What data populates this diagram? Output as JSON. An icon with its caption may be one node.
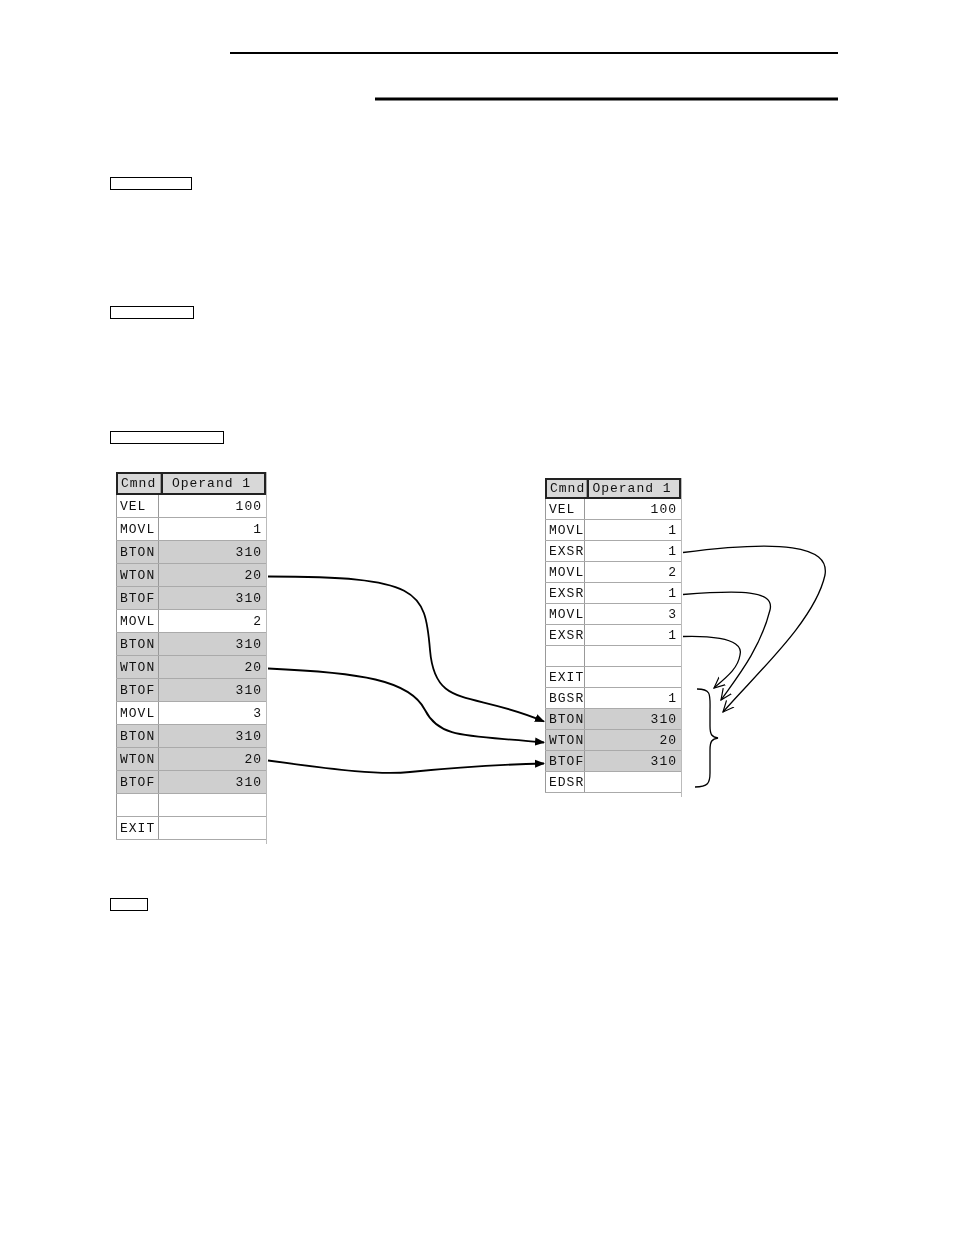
{
  "diagram": {
    "nodes": [
      {
        "text": [
          "Cmnd",
          "Operand 1"
        ]
      },
      {
        "text": [
          "VEL",
          "100"
        ],
        "in": 0
      },
      {
        "text": [
          "MOVL",
          "1"
        ],
        "in": 0
      },
      {
        "text": [
          "BTON",
          "310"
        ],
        "in": 0
      },
      {
        "text": [
          "WTON",
          "20"
        ],
        "in": 0
      },
      {
        "text": [
          "BTOF",
          "310"
        ],
        "in": 0
      },
      {
        "text": [
          "MOVL",
          "2"
        ],
        "in": 0
      },
      {
        "text": [
          "BTON",
          "310"
        ],
        "in": 0
      },
      {
        "text": [
          "WTON",
          "20"
        ],
        "in": 0
      },
      {
        "text": [
          "BTOF",
          "310"
        ],
        "in": 0
      },
      {
        "text": [
          "MOVL",
          "3"
        ],
        "in": 0
      },
      {
        "text": [
          "BTON",
          "310"
        ],
        "in": 0
      },
      {
        "text": [
          "WTON",
          "20"
        ],
        "in": 0
      },
      {
        "text": [
          "BTOF",
          "310"
        ],
        "in": 0
      },
      {
        "text": [],
        "shape": "box",
        "in": 0
      },
      {
        "text": [
          "EXIT"
        ],
        "in": 0
      },
      {
        "text": [
          "Cmnd",
          "Operand 1"
        ]
      },
      {
        "text": [
          "VEL",
          "100"
        ],
        "in": 16
      },
      {
        "text": [
          "MOVL",
          "1"
        ],
        "in": 16
      },
      {
        "text": [
          "EXSR",
          "1"
        ],
        "in": 16
      },
      {
        "text": [
          "MOVL",
          "2"
        ],
        "in": 16
      },
      {
        "text": [
          "EXSR",
          "1"
        ],
        "in": 16
      },
      {
        "text": [
          "MOVL",
          "3"
        ],
        "in": 16
      },
      {
        "text": [
          "EXSR",
          "1"
        ],
        "in": 16
      },
      {
        "text": [],
        "shape": "box",
        "in": 16
      },
      {
        "text": [
          "EXIT"
        ],
        "in": 16
      },
      {
        "text": [
          "BGSR",
          "1"
        ],
        "in": 16
      },
      {
        "text": [
          "BTON",
          "310"
        ],
        "in": 16
      },
      {
        "text": [
          "WTON",
          "20"
        ],
        "in": 16
      },
      {
        "text": [
          "BTOF",
          "310"
        ],
        "in": 16
      },
      {
        "text": [
          "EDSR"
        ],
        "in": 16
      },
      {
        "text": [],
        "shape": "bracket"
      }
    ],
    "edges": [
      {
        "from": 4,
        "to": 27,
        "arrow": "to"
      },
      {
        "from": 8,
        "to": 28,
        "arrow": "to"
      },
      {
        "from": 12,
        "to": 29,
        "arrow": "to"
      },
      {
        "from": 19,
        "to": 31,
        "arrow": "to"
      },
      {
        "from": 21,
        "to": 31,
        "arrow": "to"
      },
      {
        "from": 23,
        "to": 31,
        "arrow": "to"
      }
    ]
  }
}
